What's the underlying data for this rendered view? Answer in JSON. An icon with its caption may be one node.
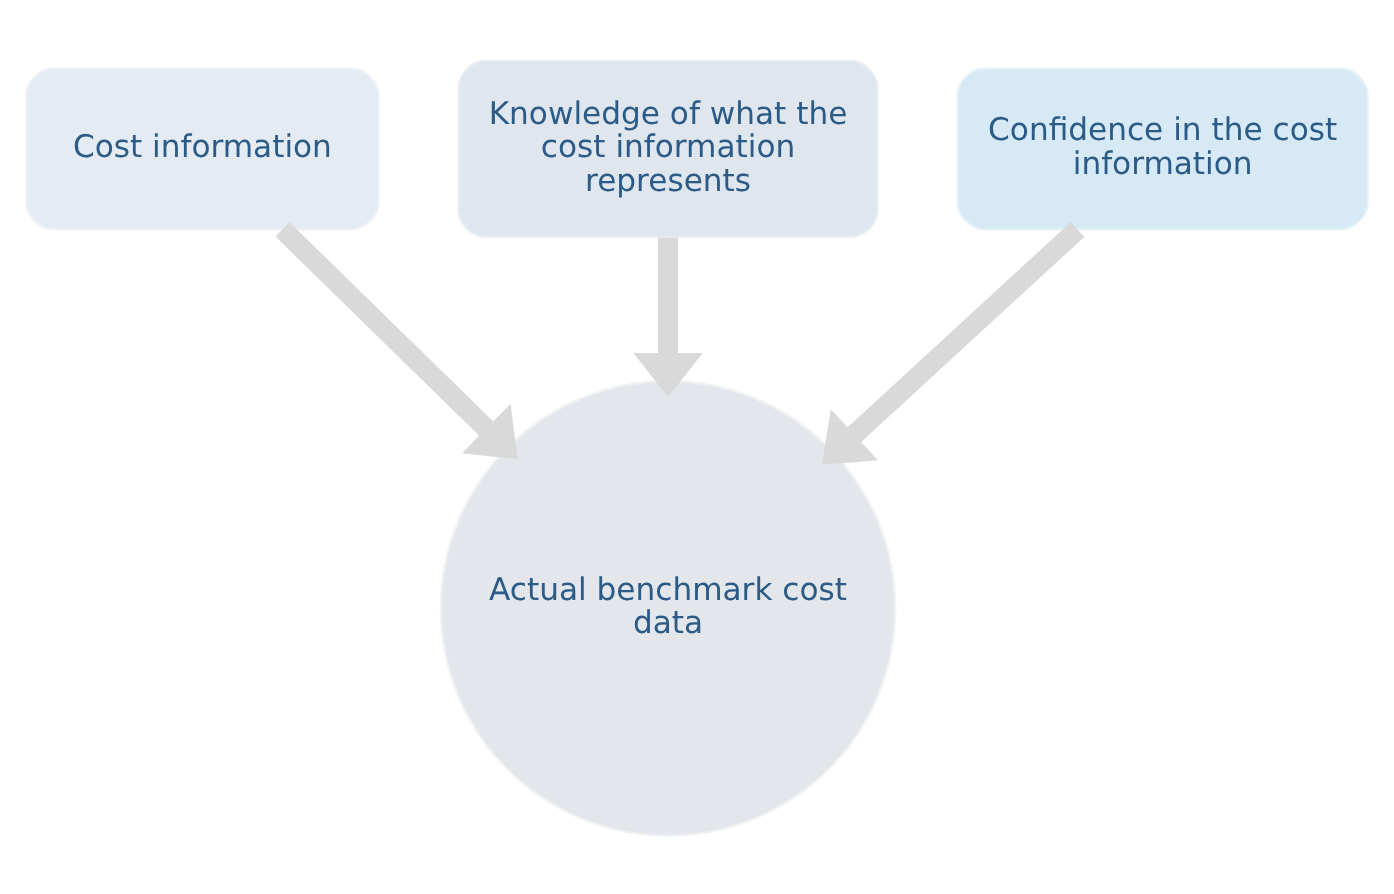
{
  "diagram": {
    "nodes": [
      {
        "text": [
          "Knowledge of what the cost information represents"
        ]
      },
      {
        "text": [
          "Cost information"
        ]
      },
      {
        "text": [
          "Confidence in the cost information"
        ]
      },
      {
        "text": [
          "Actual benchmark cost data"
        ]
      }
    ],
    "edges": [
      {
        "from": 1,
        "to": 3,
        "arrow": "to"
      },
      {
        "from": 0,
        "to": 3,
        "arrow": "to"
      },
      {
        "from": 2,
        "to": 3,
        "arrow": "to"
      }
    ]
  }
}
